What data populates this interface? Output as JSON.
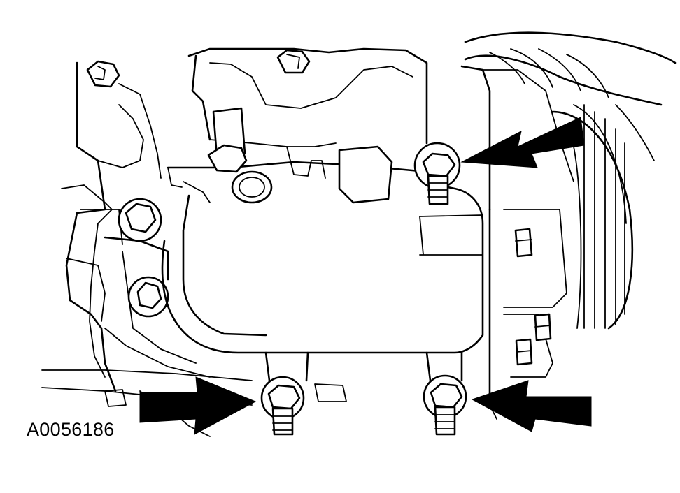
{
  "figure": {
    "code": "A0056186"
  },
  "callouts": [
    {
      "name": "upper-right-mounting-bolt",
      "direction": "left"
    },
    {
      "name": "lower-left-mounting-bolt",
      "direction": "right"
    },
    {
      "name": "lower-right-mounting-bolt",
      "direction": "left"
    }
  ],
  "colors": {
    "ink": "#000000",
    "paper": "#ffffff"
  }
}
